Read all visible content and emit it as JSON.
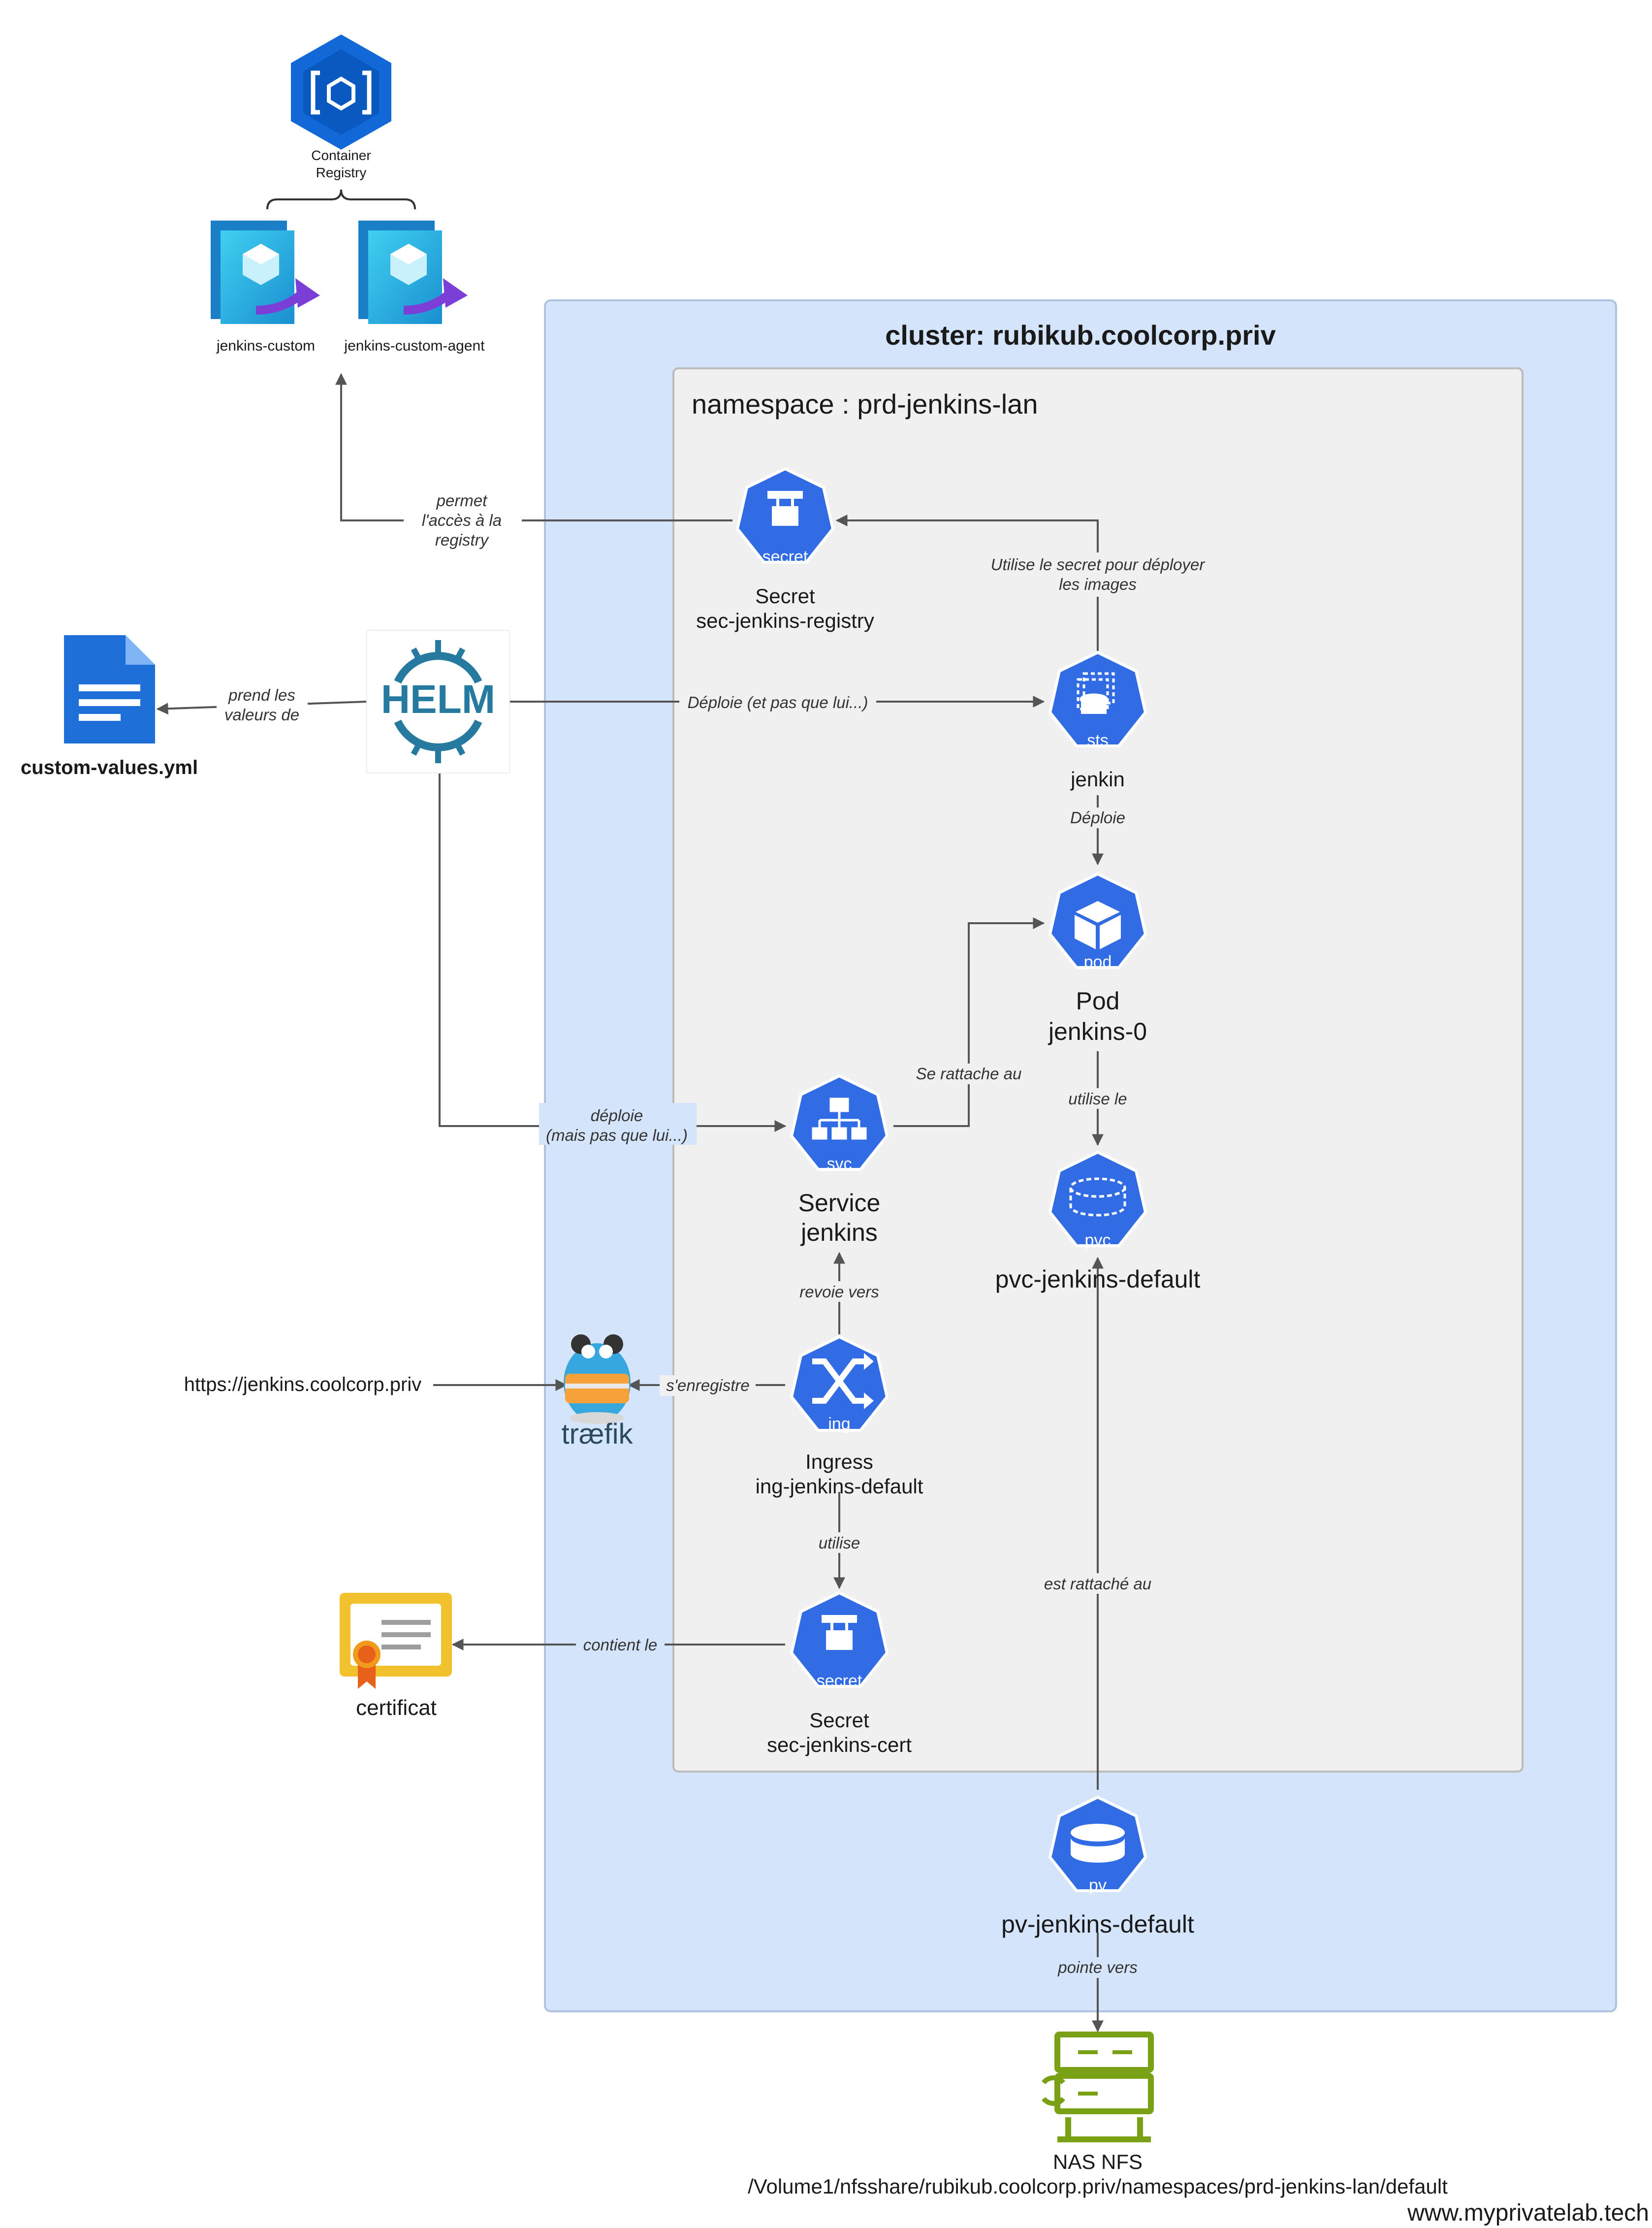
{
  "cluster": {
    "title": "cluster:  rubikub.coolcorp.priv"
  },
  "namespace": {
    "title": "namespace : prd-jenkins-lan"
  },
  "registry": {
    "icon": "container-registry-icon",
    "label_line1": "Container",
    "label_line2": "Registry",
    "images": [
      {
        "label": "jenkins-custom",
        "icon": "container-image-icon"
      },
      {
        "label": "jenkins-custom-agent",
        "icon": "container-image-icon"
      }
    ]
  },
  "helm": {
    "logo_text": "HELM",
    "icon": "helm-wheel-icon"
  },
  "custom_values": {
    "label": "custom-values.yml",
    "icon": "document-icon"
  },
  "url": {
    "label": "https://jenkins.coolcorp.priv"
  },
  "traefik": {
    "logo_text": "træfik",
    "icon": "traefik-gopher-icon"
  },
  "certificate": {
    "label": "certificat",
    "icon": "certificate-icon"
  },
  "nas": {
    "label": "NAS NFS",
    "path": "/Volume1/nfsshare/rubikub.coolcorp.priv/namespaces/prd-jenkins-lan/default",
    "icon": "nas-server-icon"
  },
  "nodes": {
    "secret_registry": {
      "badge": "secret",
      "line1": "Secret",
      "line2": "sec-jenkins-registry",
      "icon": "secret-lock-icon"
    },
    "sts": {
      "badge": "sts",
      "line1": "jenkin",
      "icon": "statefulset-icon"
    },
    "pod": {
      "badge": "pod",
      "line1": "Pod",
      "line2": "jenkins-0",
      "icon": "pod-cube-icon"
    },
    "svc": {
      "badge": "svc",
      "line1": "Service",
      "line2": "jenkins",
      "icon": "service-network-icon"
    },
    "pvc": {
      "badge": "pvc",
      "line1": "pvc-jenkins-default",
      "icon": "pvc-disk-icon"
    },
    "ing": {
      "badge": "ing",
      "line1": "Ingress",
      "line2": "ing-jenkins-default",
      "icon": "ingress-shuffle-icon"
    },
    "secret_cert": {
      "badge": "secret",
      "line1": "Secret",
      "line2": "sec-jenkins-cert",
      "icon": "secret-lock-icon"
    },
    "pv": {
      "badge": "pv",
      "line1": "pv-jenkins-default",
      "icon": "pv-disk-icon"
    }
  },
  "edges": {
    "registry_access_1": "permet",
    "registry_access_2": "l'accès à la",
    "registry_access_3": "registry",
    "uses_secret_1": "Utilise le secret pour déployer",
    "uses_secret_2": "les images",
    "values_1": "prend les",
    "values_2": "valeurs de",
    "helm_deploys_sts": "Déploie (et pas que lui...)",
    "sts_deploys_pod": "Déploie",
    "attaches_to": "Se rattache au",
    "helm_deploys_svc_1": "déploie",
    "helm_deploys_svc_2": "(mais pas que lui...)",
    "pod_uses_pvc": "utilise le",
    "ing_to_svc": "revoie vers",
    "registers": "s'enregistre",
    "ing_uses_secret": "utilise",
    "contains": "contient le",
    "pv_attached": "est rattaché au",
    "points_to": "pointe vers"
  },
  "watermark": "www.myprivatelab.tech",
  "colors": {
    "k8s_blue": "#326CE5",
    "cluster_bg": "#D4E4FB",
    "namespace_bg": "#F0F0F0",
    "helm_blue": "#277A9F",
    "nas_green": "#7AA116",
    "cert_yellow": "#F2C12E"
  }
}
